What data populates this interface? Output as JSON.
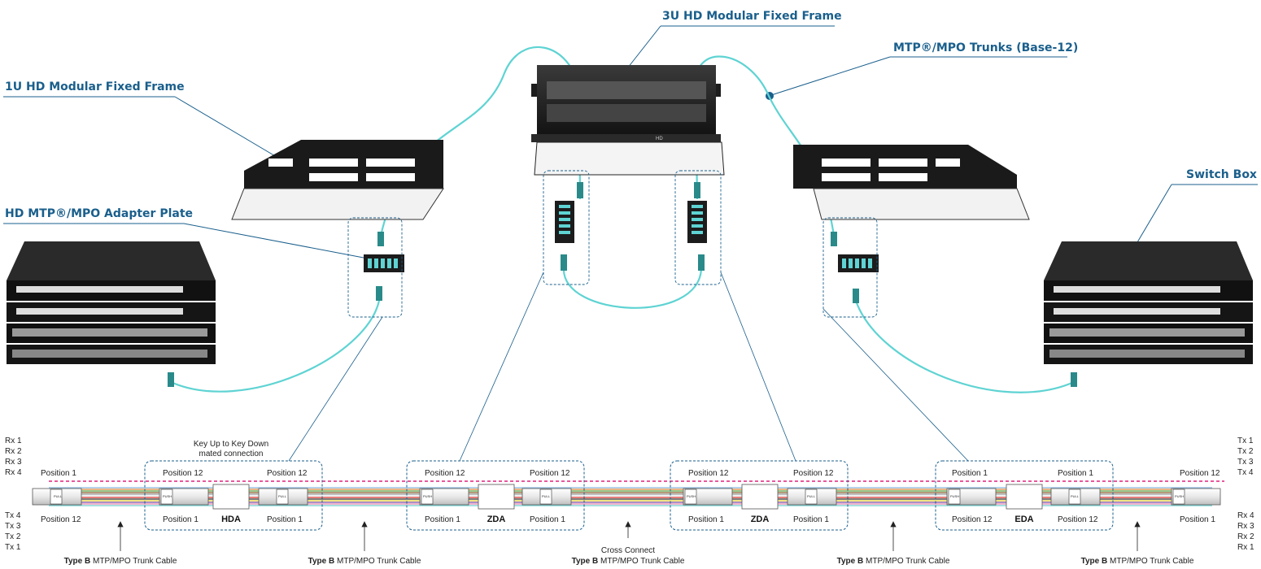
{
  "callouts": {
    "frame_3u": "3U HD Modular Fixed Frame",
    "mtp_trunks": "MTP®/MPO Trunks (Base-12)",
    "frame_1u": "1U HD Modular Fixed Frame",
    "adapter_plate": "HD MTP®/MPO Adapter Plate",
    "switch_box": "Switch Box"
  },
  "device_text": {
    "hd_logo": "HD"
  },
  "fibers": {
    "left_top": [
      "Rx 1",
      "Rx 2",
      "Rx 3",
      "Rx 4"
    ],
    "left_bottom": [
      "Tx 4",
      "Tx 3",
      "Tx 2",
      "Tx 1"
    ],
    "right_top": [
      "Tx 1",
      "Tx 2",
      "Tx 3",
      "Tx 4"
    ],
    "right_bottom": [
      "Rx 4",
      "Rx 3",
      "Rx 2",
      "Rx 1"
    ]
  },
  "positions": {
    "p1": "Position 1",
    "p12": "Position 12"
  },
  "connector_labels": {
    "pull": "PULL",
    "push": "PUSH"
  },
  "key_note": {
    "line1": "Key Up to Key Down",
    "line2": "mated connection"
  },
  "locations": [
    "HDA",
    "ZDA",
    "ZDA",
    "EDA"
  ],
  "cross_connect": "Cross Connect",
  "cable_label": {
    "type": "Type B",
    "rest": "MTP/MPO Trunk Cable"
  },
  "colors": {
    "callout": "#1a5f8c",
    "cable": "#5fd3d3",
    "polarity_line": "#e0217a",
    "dashed_box": "#1a5f8c"
  }
}
